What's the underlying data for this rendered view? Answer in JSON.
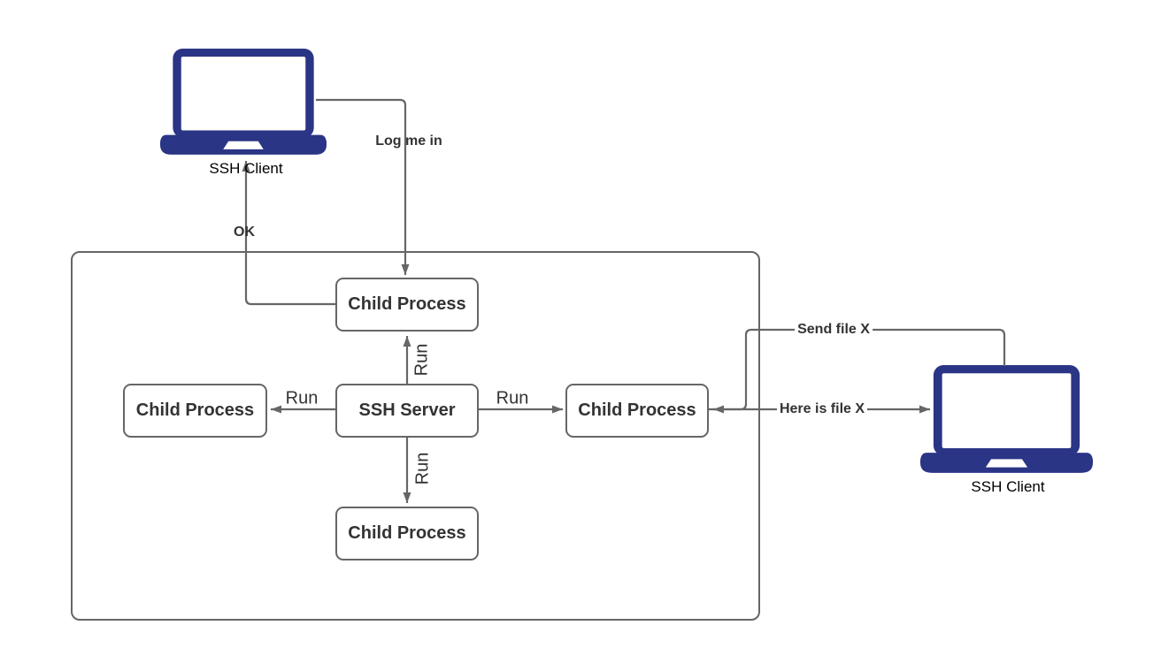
{
  "nodes": {
    "child_top": "Child Process",
    "child_left": "Child Process",
    "ssh_server": "SSH Server",
    "child_right": "Child Process",
    "child_bottom": "Child Process"
  },
  "clients": {
    "left_label": "SSH Client",
    "right_label": "SSH Client"
  },
  "edges": {
    "log_me_in": "Log me in",
    "ok": "OK",
    "run_up": "Run",
    "run_down": "Run",
    "run_left": "Run",
    "run_right": "Run",
    "send_file": "Send file X",
    "here_is_file": "Here is file X"
  },
  "colors": {
    "laptop_fill": "#2b3585",
    "line": "#666666",
    "node_border": "#666666",
    "text": "#333333"
  }
}
